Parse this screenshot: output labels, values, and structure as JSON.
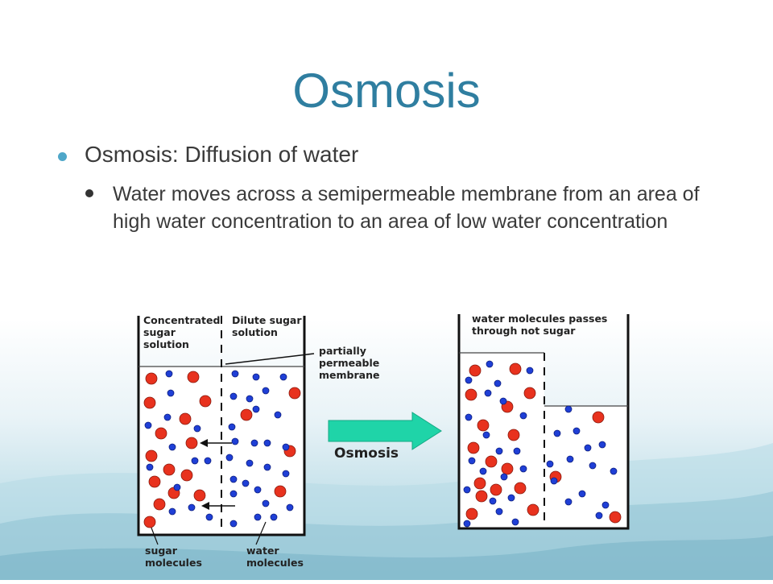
{
  "slide": {
    "title": "Osmosis",
    "bullets": [
      {
        "text": "Osmosis: Diffusion of water"
      },
      {
        "text": "Water moves across a semipermeable membrane from an area of high water concentration to an area of low water concentration"
      }
    ]
  },
  "diagram": {
    "left_label_1": "Concentrated",
    "left_label_2": "sugar",
    "left_label_3": "solution",
    "right_label_1": "Dilute sugar",
    "right_label_2": "solution",
    "membrane_label_1": "partially",
    "membrane_label_2": "permeable",
    "membrane_label_3": "membrane",
    "sugar_label_1": "sugar",
    "sugar_label_2": "molecules",
    "water_label_1": "water",
    "water_label_2": "molecules",
    "arrow_label": "Osmosis",
    "result_label_1": "water molecules passes",
    "result_label_2": "through not sugar",
    "colors": {
      "sugar": "#e8321e",
      "water": "#1f3fd6",
      "arrow": "#1fd4a8",
      "title": "#2f7ea0"
    }
  }
}
